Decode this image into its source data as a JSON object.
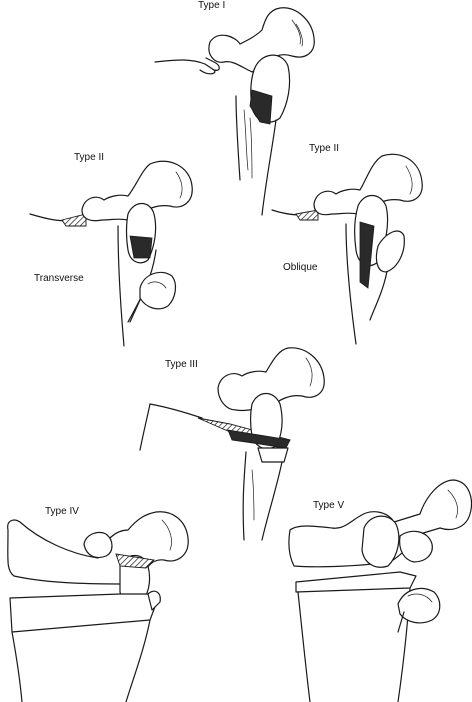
{
  "labels": {
    "type1": "Type I",
    "type2_transverse_title": "Type II",
    "type2_transverse_sub": "Transverse",
    "type2_oblique_title": "Type II",
    "type2_oblique_sub": "Oblique",
    "type3": "Type III",
    "type4": "Type IV",
    "type5": "Type V"
  }
}
